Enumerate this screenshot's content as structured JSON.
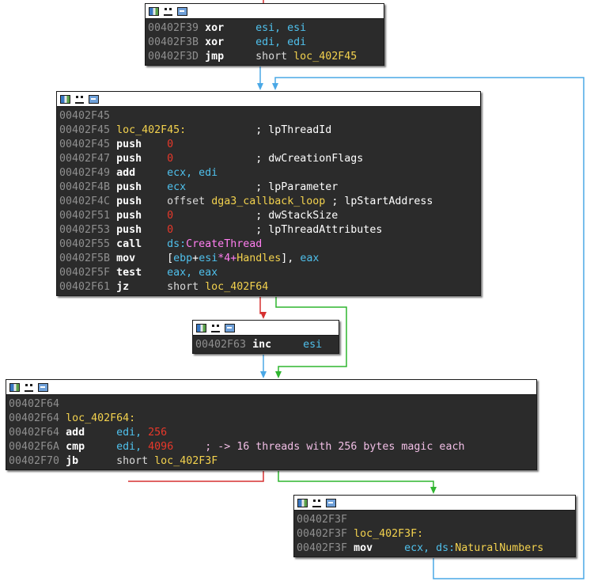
{
  "nodes": {
    "a": {
      "lines": [
        {
          "addr": "00402F39",
          "mn": "xor",
          "ops": "esi, esi"
        },
        {
          "addr": "00402F3B",
          "mn": "xor",
          "ops": "edi, edi"
        },
        {
          "addr": "00402F3D",
          "mn": "jmp",
          "kw": "short",
          "target": "loc_402F45"
        }
      ]
    },
    "b": {
      "lines": [
        {
          "addr": "00402F45"
        },
        {
          "addr": "00402F45",
          "label": "loc_402F45:",
          "comment": "; lpThreadId"
        },
        {
          "addr": "00402F45",
          "mn": "push",
          "imm": "0"
        },
        {
          "addr": "00402F47",
          "mn": "push",
          "imm": "0",
          "comment": "; dwCreationFlags"
        },
        {
          "addr": "00402F49",
          "mn": "add",
          "ops": "ecx, edi"
        },
        {
          "addr": "00402F4B",
          "mn": "push",
          "ops": "ecx",
          "comment": "; lpParameter"
        },
        {
          "addr": "00402F4C",
          "mn": "push",
          "kw": "offset",
          "sym": "dga3_callback_loop",
          "comment": "; lpStartAddress"
        },
        {
          "addr": "00402F51",
          "mn": "push",
          "imm": "0",
          "comment": "; dwStackSize"
        },
        {
          "addr": "00402F53",
          "mn": "push",
          "imm": "0",
          "comment": "; lpThreadAttributes"
        },
        {
          "addr": "00402F55",
          "mn": "call",
          "seg": "ds:",
          "imp": "CreateThread"
        },
        {
          "addr": "00402F5B",
          "mn": "mov",
          "mem": {
            "open": "[",
            "base": "ebp",
            "plus1": "+",
            "index": "esi",
            "scale": "*4+",
            "sym": "Handles",
            "close": "],"
          },
          "ops": "eax"
        },
        {
          "addr": "00402F5F",
          "mn": "test",
          "ops": "eax, eax"
        },
        {
          "addr": "00402F61",
          "mn": "jz",
          "kw": "short",
          "target": "loc_402F64"
        }
      ]
    },
    "c": {
      "lines": [
        {
          "addr": "00402F63",
          "mn": "inc",
          "ops": "esi"
        }
      ]
    },
    "d": {
      "lines": [
        {
          "addr": "00402F64"
        },
        {
          "addr": "00402F64",
          "label": "loc_402F64:"
        },
        {
          "addr": "00402F64",
          "mn": "add",
          "ops": "edi,",
          "imm": "256"
        },
        {
          "addr": "00402F6A",
          "mn": "cmp",
          "ops": "edi,",
          "imm": "4096",
          "comment": "; -> 16 threads with 256 bytes magic each"
        },
        {
          "addr": "00402F70",
          "mn": "jb",
          "kw": "short",
          "target": "loc_402F3F"
        }
      ]
    },
    "e": {
      "lines": [
        {
          "addr": "00402F3F"
        },
        {
          "addr": "00402F3F",
          "label": "loc_402F3F:"
        },
        {
          "addr": "00402F3F",
          "mn": "mov",
          "ops": "ecx,",
          "seg": "ds:",
          "sym": "NaturalNumbers"
        }
      ]
    }
  },
  "colors": {
    "node_bg": "#2b2b2b",
    "address": "#8f8f8f",
    "register": "#4fc0ec",
    "immediate": "#e8382a",
    "label": "#f3d24e",
    "import": "#ff7ef0",
    "edge_true": "#2fb52f",
    "edge_false": "#d63030",
    "edge_unconditional": "#4aa8e6"
  },
  "icons": [
    "color-icon",
    "graph-icon",
    "comment-icon"
  ]
}
